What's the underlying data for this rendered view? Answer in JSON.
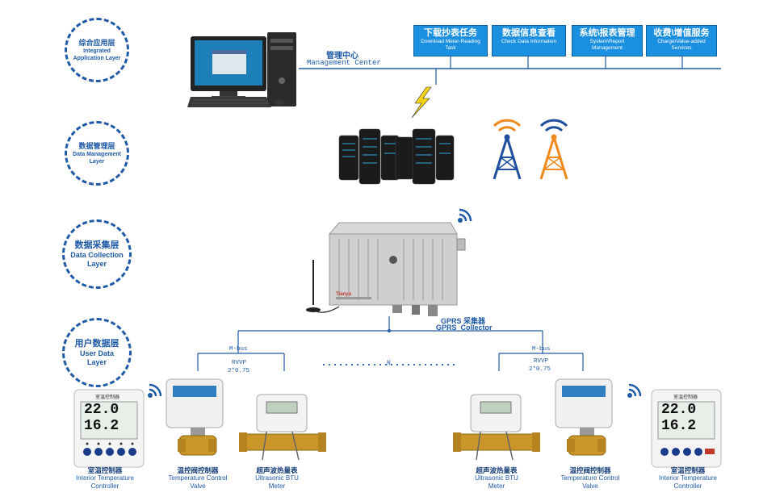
{
  "layers": [
    {
      "zh": "综合应用层",
      "en": "Integrated Application Layer"
    },
    {
      "zh": "数据管理层",
      "en": "Data Management Layer"
    },
    {
      "zh": "数据采集层",
      "en": "Data Collection Layer"
    },
    {
      "zh": "用户数据层",
      "en": "User Data Layer"
    }
  ],
  "services": [
    {
      "zh": "下载抄表任务",
      "en": "Download Meter-Reading Task"
    },
    {
      "zh": "数据信息查看",
      "en": "Check Data Information"
    },
    {
      "zh": "系统\\报表管理",
      "en": "System\\Report Management"
    },
    {
      "zh": "收费\\增值服务",
      "en": "Charge\\Value-added Services"
    }
  ],
  "management_center": {
    "zh": "管理中心",
    "en": "Management Center"
  },
  "collector": {
    "zh": "GPRS 采集器",
    "en": "GPRS  Collector"
  },
  "bus": {
    "left": {
      "mbus": "M-bus",
      "cable": "RVVP",
      "spec": "2*0.75"
    },
    "right": {
      "mbus": "M-bus",
      "cable": "RVVP",
      "spec": "2*0.75"
    },
    "mid": "N"
  },
  "devices": [
    {
      "zh": "室温控制器",
      "en1": "Interior Temperature",
      "en2": "Controller"
    },
    {
      "zh": "温控阀控制器",
      "en1": "Temperature Control",
      "en2": "Valve"
    },
    {
      "zh": "超声波热量表",
      "en1": "Ultrasonic BTU",
      "en2": "Meter"
    },
    {
      "zh": "超声波热量表",
      "en1": "Ultrasonic BTU",
      "en2": "Meter"
    },
    {
      "zh": "温控阀控制器",
      "en1": "Temperature Control",
      "en2": "Valve"
    },
    {
      "zh": "室温控制器",
      "en1": "Interior Temperature",
      "en2": "Controller"
    }
  ],
  "thermostat_display": {
    "top": "22.0",
    "bottom": "16.2",
    "brand": "室温控制器"
  },
  "colors": {
    "accent": "#1f5aa6",
    "service_box": "#1b8fe0",
    "tower_blue": "#1f4f9e",
    "tower_orange": "#f08a1c"
  }
}
